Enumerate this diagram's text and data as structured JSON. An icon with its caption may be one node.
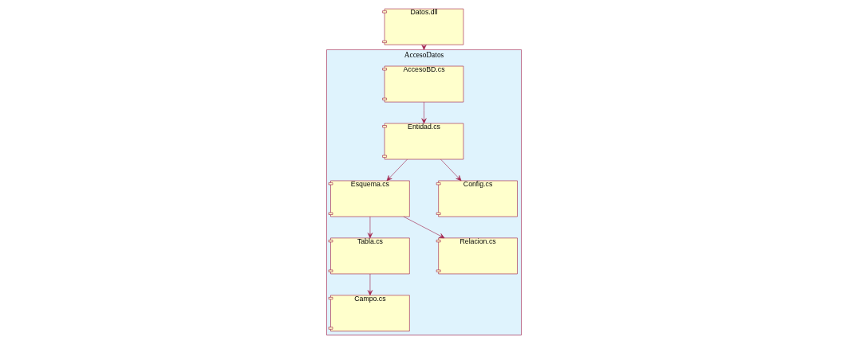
{
  "diagram": {
    "nodes": [
      {
        "text": [
          "AccesoDatos"
        ]
      },
      {
        "text": [
          "AccesoBD.cs"
        ],
        "in": 0
      },
      {
        "text": [
          "Entidad.cs"
        ],
        "in": 0
      },
      {
        "text": [
          "Esquema.cs"
        ],
        "in": 0
      },
      {
        "text": [
          "Tabla.cs"
        ],
        "in": 0
      },
      {
        "text": [
          "Config.cs"
        ],
        "in": 0
      },
      {
        "text": [
          "Relacion.cs"
        ],
        "in": 0
      },
      {
        "text": [
          "Campo.cs"
        ],
        "in": 0
      },
      {
        "text": [
          "Datos.dll"
        ]
      }
    ],
    "edges": [
      {
        "from": 1,
        "to": 2,
        "arrow": "to"
      },
      {
        "from": 2,
        "to": 3,
        "arrow": "to"
      },
      {
        "from": 3,
        "to": 4,
        "arrow": "to"
      },
      {
        "from": 2,
        "to": 5,
        "arrow": "to"
      },
      {
        "from": 3,
        "to": 6,
        "arrow": "to"
      },
      {
        "from": 4,
        "to": 7,
        "arrow": "to"
      },
      {
        "from": 8,
        "to": 0,
        "arrow": "to"
      }
    ]
  }
}
